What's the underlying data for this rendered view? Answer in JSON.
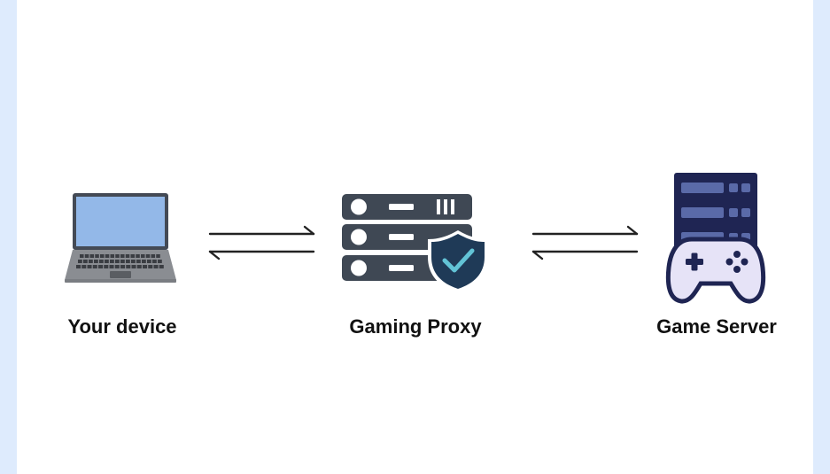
{
  "nodes": [
    {
      "id": "device",
      "label": "Your device",
      "icon": "laptop-icon"
    },
    {
      "id": "proxy",
      "label": "Gaming Proxy",
      "icon": "server-shield-icon"
    },
    {
      "id": "game_server",
      "label": "Game Server",
      "icon": "game-server-icon"
    }
  ],
  "connections": [
    {
      "from": "device",
      "to": "proxy",
      "direction": "bidirectional"
    },
    {
      "from": "proxy",
      "to": "game_server",
      "direction": "bidirectional"
    }
  ],
  "colors": {
    "side_band": "#deebfd",
    "background": "#ffffff",
    "laptop_screen": "#93b8e8",
    "laptop_body": "#444a55",
    "laptop_base": "#8a8d92",
    "server_body": "#3f4854",
    "shield": "#1f3a57",
    "shield_check": "#62c3d6",
    "game_server_body": "#1f2553",
    "game_server_slot": "#5a6aa8",
    "gamepad_fill": "#e6e3f7",
    "arrow": "#222222"
  }
}
